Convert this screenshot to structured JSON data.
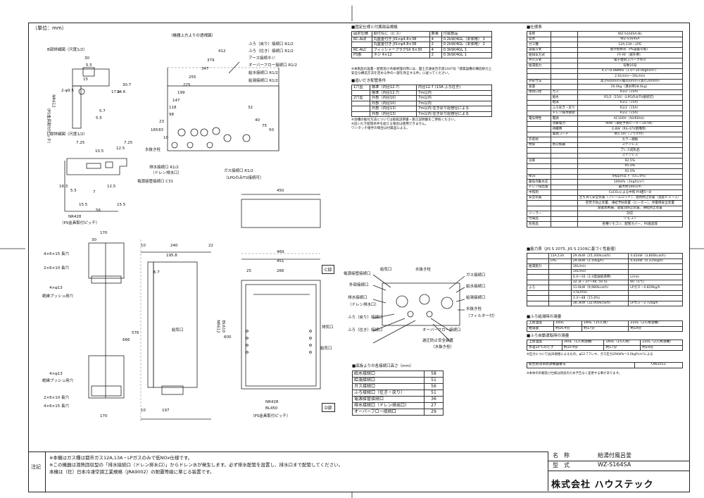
{
  "unit_label": "（単位：mm）",
  "views": {
    "top_view_title": "（機器上方よりの透視図）",
    "b_detail_title": "B部詳細図（尺度1/2）",
    "c_detail_title": "C部詳細図（尺度1/2）",
    "nr612_label": "NR612",
    "ps_pitch_label": "（PS金具取付ピッチ）",
    "nr428_label": "NR428",
    "ps_pitch_label2": "（PS金具取付ピッチ）",
    "c_label": "C部",
    "d_label": "D部",
    "dims_top": [
      "412",
      "379",
      "347",
      "255",
      "225",
      "199",
      "147",
      "118",
      "98",
      "23",
      "32",
      "40",
      "83",
      "165",
      "10",
      "75",
      "50"
    ],
    "dims_b": [
      "30",
      "5.5",
      "15",
      "2-φ9.5",
      "30.7",
      "17.4",
      "14.6",
      "5.7",
      "5.5"
    ],
    "dims_c": [
      "7.25",
      "10.5",
      "12.5",
      "7.25",
      "16.3",
      "5.5",
      "15.5",
      "7",
      "12.5",
      "56",
      "15.5"
    ],
    "dims_front": [
      "170",
      "30",
      "10",
      "240",
      "22",
      "195.8",
      "6.7",
      "576",
      "666",
      "197",
      "10",
      "170",
      "4×6×15 長穴",
      "2×6×10 長穴",
      "4×φ13",
      "絶縁ブッシュ用穴",
      "4×φ13",
      "絶縁ブッシュ用穴",
      "2×6×10 長穴",
      "4×6×15 長穴"
    ],
    "dims_side": [
      "450",
      "469",
      "451",
      "25",
      "266",
      "600",
      "NR612",
      "BL610",
      "NR428",
      "BL450",
      "（PS金具取付ピッチ）"
    ],
    "labels_top": [
      "ふろ（戻り）接続口 R1/2",
      "ふろ（往き）接続口 R1/2",
      "アース接続ネジ",
      "オーバーフロー接続口 R1/2",
      "給水接続口 R1/2",
      "給湯接続口 R1/2",
      "水抜き栓",
      "排水接続口 R1/2",
      "（ドレン排水口）",
      "電源接管接続口 C31",
      "ガス接続口 R1/2",
      "（LPGのみTU接続可）"
    ],
    "labels_side": [
      "給気口",
      "排気口",
      "給気口"
    ]
  },
  "bottom_view": {
    "labels": [
      "電源接管接続口",
      "給気口",
      "水抜き栓",
      "ガス接続口",
      "外部接続口",
      "給水接続口",
      "給湯接続口",
      "排水接続口",
      "（ドレン排水口）",
      "水抜き栓",
      "（フィルター付）",
      "ふろ（戻り）接続口",
      "オーバーフロー接続口",
      "ふろ（往き）接続口",
      "過圧防止安全装置",
      "（水抜き栓）"
    ]
  },
  "spec_table_caption": "■固定仕様と付属部品規格",
  "fixed_spec": {
    "headers": [
      "固定仕様",
      "取付ねじ（ビス）",
      "数量",
      "付属部品"
    ],
    "rows": [
      [
        "RC-ALE",
        "丸座金付き JIS×φ4.8×38",
        "4",
        "0.2kW/4GL（本体用） 1"
      ],
      [
        "",
        "丸座金付き JIS×φ4.8×38",
        "2",
        "0.2kW/4GL（本体用） 2"
      ],
      [
        "RC-ALC",
        "フィッシャープラグSX 6×30",
        "4",
        "0.3kW/4GL 1"
      ],
      [
        "PS部",
        "ネジ 4×12",
        "2",
        "0.3kW/4GL 1"
      ]
    ],
    "note": "※本製品の設置・配管及び点検修理の際には、国土交通省告示第1447号「建築設備の構造耐力上安全な構造方法を定める件の一部を改正する件」に従ってください。"
  },
  "piping_title": "■追いだき配管条件",
  "piping": {
    "rows": [
      [
        "1穴型",
        "標準（内径12.7）",
        "内径12.7 (13A ふろ往き)"
      ],
      [
        "",
        "標準（内径12.7）",
        "7m以内"
      ],
      [
        "2穴型",
        "外部（内径10）",
        "7m以内"
      ],
      [
        "",
        "外部（内径10）",
        "7m以内"
      ],
      [
        "",
        "外部（内径13）",
        "7m以内 往き戻り配管径による"
      ],
      [
        "",
        "外部（内径13）",
        "7m以内 往き戻り配管径による"
      ]
    ],
    "notes": [
      "※浴槽の据付方法については取扱説明書・施工説明書をご参照ください。",
      "※追いだき配管条件を超える場合は使用できません。",
      "ワンタッチ継手の場合は付属品による。"
    ]
  },
  "height_table_title": "■底板よりの各接続口高さ（mm）",
  "heights": [
    {
      "name": "給水接続口",
      "value": "58"
    },
    {
      "name": "給湯接続口",
      "value": "51"
    },
    {
      "name": "ガス接続口",
      "value": "56"
    },
    {
      "name": "ふろ接続口（往き・戻り）",
      "value": "51"
    },
    {
      "name": "電源接管接続口",
      "value": "36"
    },
    {
      "name": "排水接続口（ドレン排出口）",
      "value": "27"
    },
    {
      "name": "オーバーフロー接続口",
      "value": "29"
    }
  ],
  "spec_title": "■仕様表",
  "spec": [
    [
      "名称",
      "",
      "WZ-S164SA-BL"
    ],
    [
      "型式",
      "",
      "WZ-S164SA"
    ],
    [
      "ガス種",
      "",
      "12A,13A・LPG"
    ],
    [
      "設置方式",
      "",
      "屋外壁掛形（PS設置可能）"
    ],
    [
      "給排気方式",
      "",
      "FF-RF（屋外用）"
    ],
    [
      "点火方式",
      "",
      "電子連続スパーク点火"
    ],
    [
      "給湯能力",
      "",
      "号数16号"
    ],
    [
      "",
      "",
      "0.1〜0.98MPa（1.0〜10.0kgf/cm²）"
    ],
    [
      "",
      "",
      "2.0L/min〜16L/min"
    ],
    [
      "外形寸法",
      "",
      "高さ600mm×幅450mm×奥行240mm"
    ],
    [
      "質量",
      "",
      "26.0kg（満水時28.6kg）"
    ],
    [
      "接続口径",
      "ガス",
      "R1/2（15A）"
    ],
    [
      "",
      "給水",
      "R1/2（15A）（LPGのみTU接続可）"
    ],
    [
      "",
      "給湯",
      "R1/2（15A）"
    ],
    [
      "",
      "ふろ往き・戻り",
      "R1/2（15A）"
    ],
    [
      "",
      "ドレン排水接続",
      "R1/2（15A）"
    ],
    [
      "電気特性",
      "電源",
      "AC100V（50/60Hz）"
    ],
    [
      "",
      "消費電力",
      "90W（凍結予防ヒーター147W）"
    ],
    [
      "",
      "待機時",
      "0.8W（RS-47V使用時）"
    ],
    [
      "",
      "電源コード",
      "約1.5m（プラグ付）"
    ],
    [
      "外装材",
      "",
      "カラー鋼板"
    ],
    [
      "材質",
      "熱交換器",
      "ステンレス"
    ],
    [
      "",
      "",
      "プレス成形品"
    ],
    [
      "",
      "",
      "ステンレス"
    ],
    [
      "効率",
      "",
      "92.5%"
    ],
    [
      "",
      "",
      "95.0%"
    ],
    [
      "",
      "",
      "92.0%"
    ],
    [
      "NOx",
      "",
      "49ppm以下（O₂=0%）"
    ],
    [
      "最低作動水圧",
      "",
      "100kPa（1kgf/cm²）"
    ],
    [
      "ドレン排出量",
      "",
      "最大約100cc/h"
    ],
    [
      "中和剤",
      "",
      "CaCO₃による中和 PH値5〜8"
    ],
    [
      "安全装置",
      "",
      "立ち消え安全装置（フレームロッド）、過熱防止装置（温度ヒューズ）"
    ],
    [
      "",
      "",
      "空焚き防止装置、凍結予防装置（ヒーター）、停電時安全装置"
    ],
    [
      "",
      "",
      "漏電遮断器、過電流防止装置、凍結防止装置"
    ],
    [
      "ソーラー",
      "",
      "対応"
    ],
    [
      "付属品",
      "",
      "リモコン"
    ],
    [
      "別売品",
      "",
      "各種リモコン、配管カバー、PS部品等"
    ]
  ],
  "capacity_title": "■能力表（JIS S 2075, JIS S 2109に基づく性能値）",
  "capacity": [
    [
      "",
      "12A,13A",
      "29.4kW（25,300kcal/h）",
      "4.42kW（3,800kcal/h）"
    ],
    [
      "",
      "LPG",
      "29.4kW（2.10kg/h）",
      "4.42kW（0.315kg/h）"
    ],
    [
      "給湯能力",
      "",
      "16L/min",
      ""
    ],
    [
      "",
      "",
      "10L/min",
      ""
    ],
    [
      "",
      "",
      "0.4〜16（2.4直送給湯時）",
      "L/min"
    ],
    [
      "",
      "",
      "32.3L・37〜48, 50.5L",
      "60（5℃）"
    ],
    [
      "ふろ",
      "",
      "11.6kW（9,980kcal/h）",
      "LPガス・0.829kg/h"
    ],
    [
      "",
      "",
      "3.5L/min",
      ""
    ],
    [
      "",
      "",
      "3.3〜48（15.6%）",
      ""
    ],
    [
      "",
      "",
      "38.3kW（32,900kcal/h）",
      "LPガス・2.72kg/h"
    ]
  ],
  "bath_tables": [
    {
      "title": "■ふろ給湯時の湯量",
      "headers": [
        "上昇温度",
        "160L",
        "180L（15人用）",
        "210L（2人用浴槽）"
      ],
      "row": [
        "給湯量",
        "約16.4分",
        "約17分",
        "約19分"
      ]
    },
    {
      "title": "■ふろ自動運転時の湯量",
      "headers": [
        "上昇温度",
        "160L（1人用浴槽）",
        "180L（15人用）",
        "210L（2人用浴槽）"
      ],
      "row": [
        "水温15℃のとき",
        "約10.4分",
        "約17分",
        "約19分"
      ]
    }
  ],
  "pressure_note": "※圧力についてはJIS規格によるもの。φ12.7フレキ、ガス圧力294kPa＝3.0kgf/cm²による",
  "energy_label": "総合熱効率熱源機器番号",
  "energy_value": "OW2011",
  "spec_change_note": "※本体の外観及び仕様は改良のため予告なく変更する事があります。",
  "notes_label": "注記",
  "notes": [
    "※本機はガス種は都市ガス12A,13A・LPガスのみで低NOx仕様です。",
    "※この機器は潜熱回収型の「排水接続口（ドレン排水口）」からドレン水が発生します。必ず排水配管を設置し、排水口まで配管してください。",
    "本機は（社）日本冷凍空調工業規格（JRA9002）の耐震等級に準じる装置です。"
  ],
  "title_block": {
    "name_key": "名　称",
    "name_value": "給湯付風呂釜",
    "model_key": "型　式",
    "model_value": "WZ-S164SA",
    "company": "株式会社 ハウステック"
  }
}
